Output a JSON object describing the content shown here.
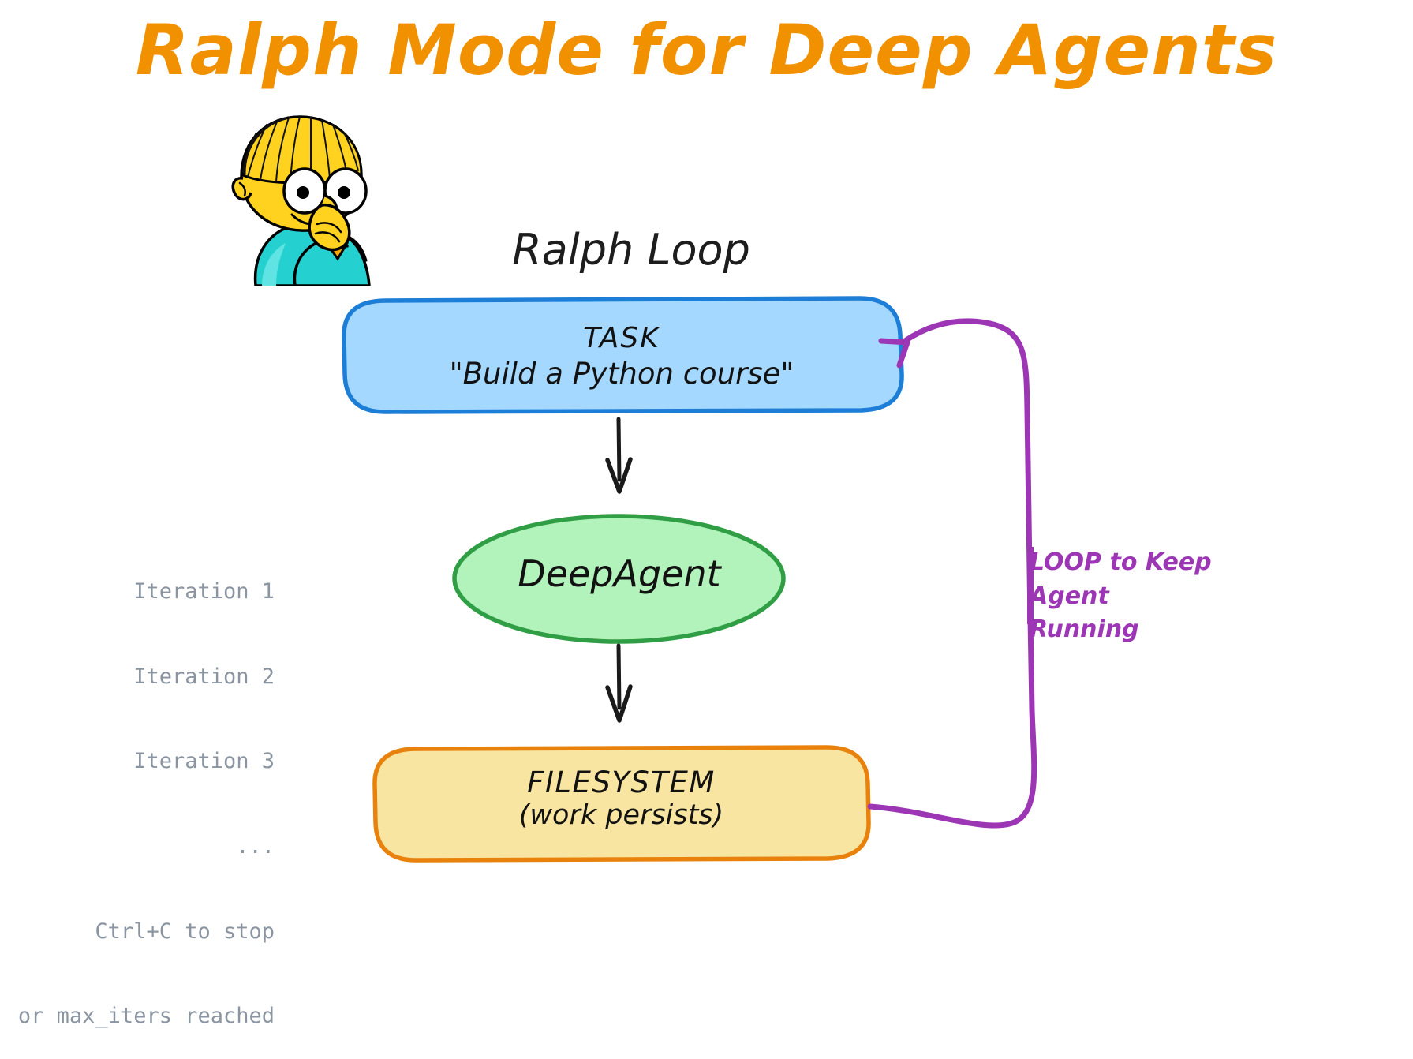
{
  "page": {
    "title": "Ralph Mode for Deep Agents",
    "title_color": "#f29100",
    "background": "#ffffff"
  },
  "diagram": {
    "heading": "Ralph Loop",
    "nodes": [
      {
        "id": "task",
        "shape": "rounded-rect",
        "line1": "TASK",
        "line2": "\"Build a Python course\"",
        "fill": "#a5d8ff",
        "stroke": "#1c7ed6"
      },
      {
        "id": "deepagent",
        "shape": "ellipse",
        "label": "DeepAgent",
        "fill": "#b2f2bb",
        "stroke": "#2f9e44"
      },
      {
        "id": "filesystem",
        "shape": "rounded-rect",
        "line1": "FILESYSTEM",
        "line2": "(work persists)",
        "fill": "#f8e5a1",
        "stroke": "#e8820c"
      }
    ],
    "edges": [
      {
        "id": "task-to-agent",
        "from": "task",
        "to": "deepagent",
        "color": "#1a1a1a",
        "label": ""
      },
      {
        "id": "agent-to-filesystem",
        "from": "deepagent",
        "to": "filesystem",
        "color": "#1a1a1a",
        "label": ""
      },
      {
        "id": "filesystem-to-task",
        "from": "filesystem",
        "to": "task",
        "color": "#9c36b5",
        "label": "LOOP to Keep Agent Running"
      }
    ],
    "loop_label_line1": "LOOP to Keep",
    "loop_label_line2": "Agent Running",
    "loop_color": "#9c36b5"
  },
  "console": {
    "color": "#8b95a1",
    "lines": [
      "Iteration 1",
      "Iteration 2",
      "Iteration 3",
      "...",
      "Ctrl+C to stop",
      "or max_iters reached"
    ]
  },
  "character": {
    "name": "ralph-wiggum-illustration",
    "skin": "#fed21e",
    "shirt": "#25d0d0",
    "shirt_shadow": "#17b4b4",
    "collar": "#f7a800",
    "outline": "#000000"
  }
}
